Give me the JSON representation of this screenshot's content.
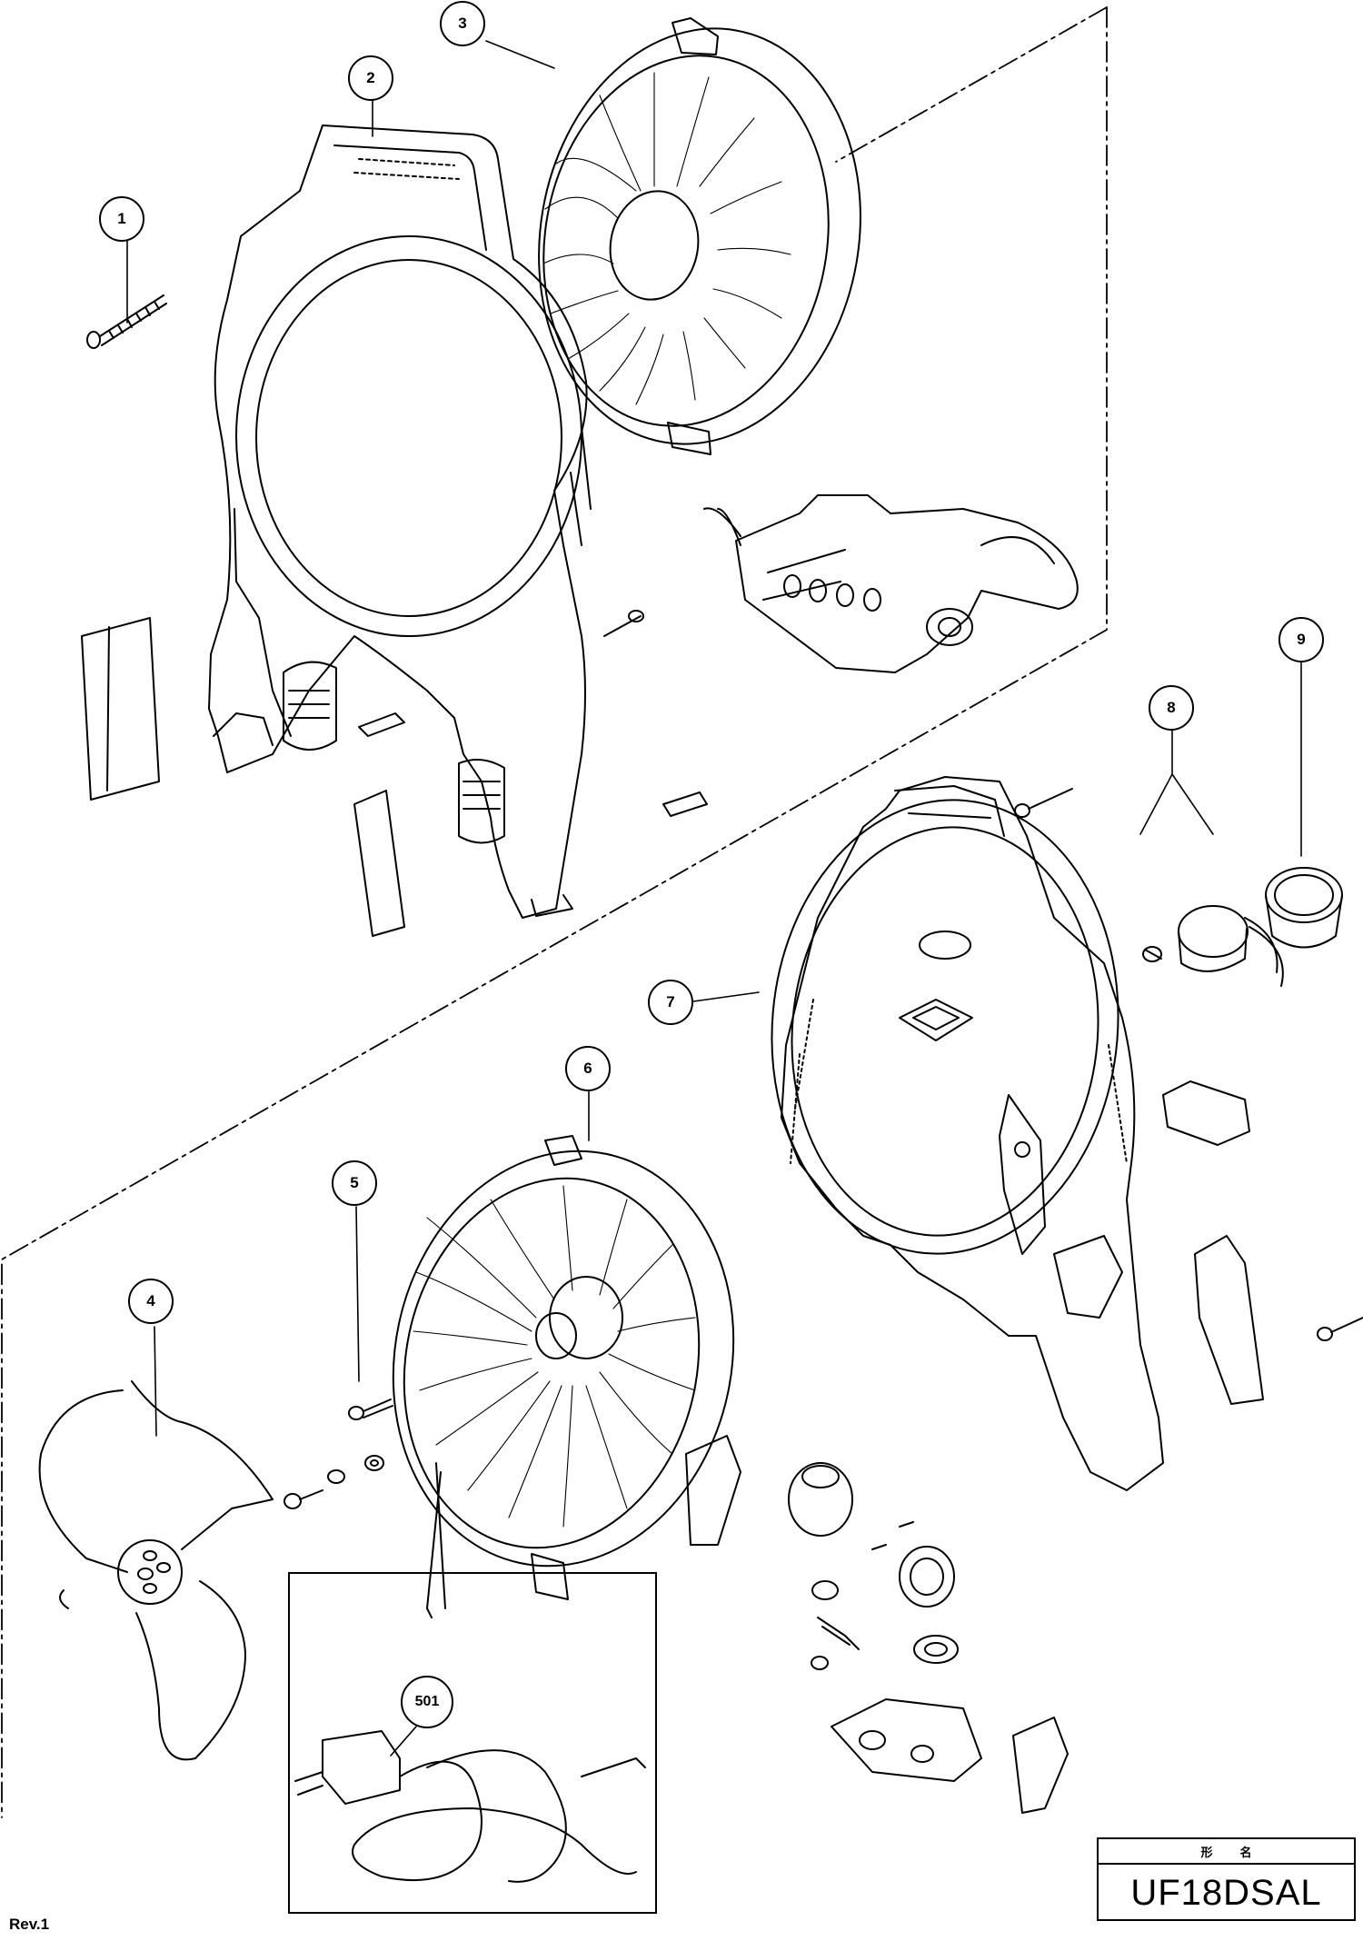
{
  "callouts": [
    {
      "id": "c1",
      "label": "1"
    },
    {
      "id": "c2",
      "label": "2"
    },
    {
      "id": "c3",
      "label": "3"
    },
    {
      "id": "c4",
      "label": "4"
    },
    {
      "id": "c5",
      "label": "5"
    },
    {
      "id": "c6",
      "label": "6"
    },
    {
      "id": "c7",
      "label": "7"
    },
    {
      "id": "c8",
      "label": "8"
    },
    {
      "id": "c9",
      "label": "9"
    },
    {
      "id": "c501",
      "label": "501"
    }
  ],
  "model_box": {
    "header_left": "形",
    "header_right": "名",
    "model": "UF18DSAL"
  },
  "revision": "Rev.1"
}
